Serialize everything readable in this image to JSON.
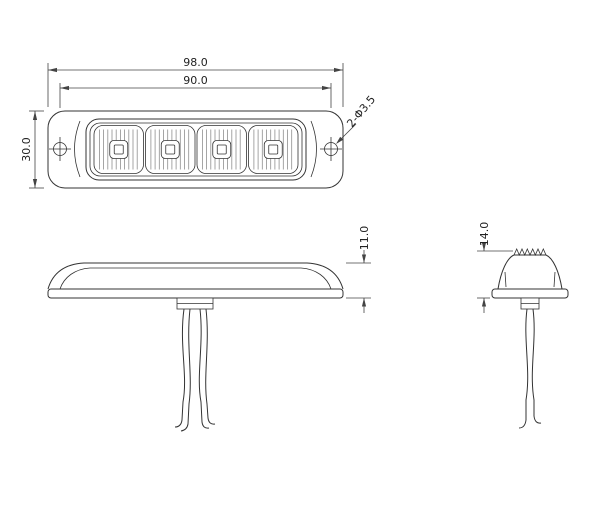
{
  "drawing": {
    "line_color": "#333333",
    "background_color": "#ffffff",
    "views": {
      "top": {
        "dim_outer_width": "98.0",
        "dim_hole_spacing": "90.0",
        "dim_height": "30.0",
        "hole_callout": "2-Φ3.5"
      },
      "front": {
        "dim_height": "11.0"
      },
      "side": {
        "dim_height": "14.0"
      }
    }
  }
}
